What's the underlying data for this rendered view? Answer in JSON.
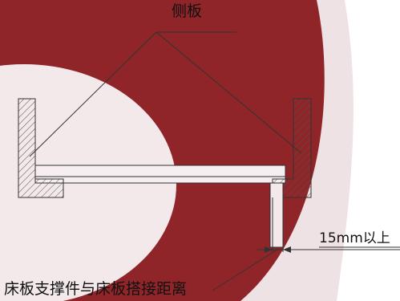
{
  "labels": {
    "side_panel": "侧板",
    "gap": "15mm以上",
    "support_overlap": "床板支撑件与床板搭接距离"
  },
  "colors": {
    "background": "#ffffff",
    "light_band": "#efe2e4",
    "dark_ring": "#8f2528",
    "inner_light": "#f3e9eb",
    "line": "#333333"
  }
}
